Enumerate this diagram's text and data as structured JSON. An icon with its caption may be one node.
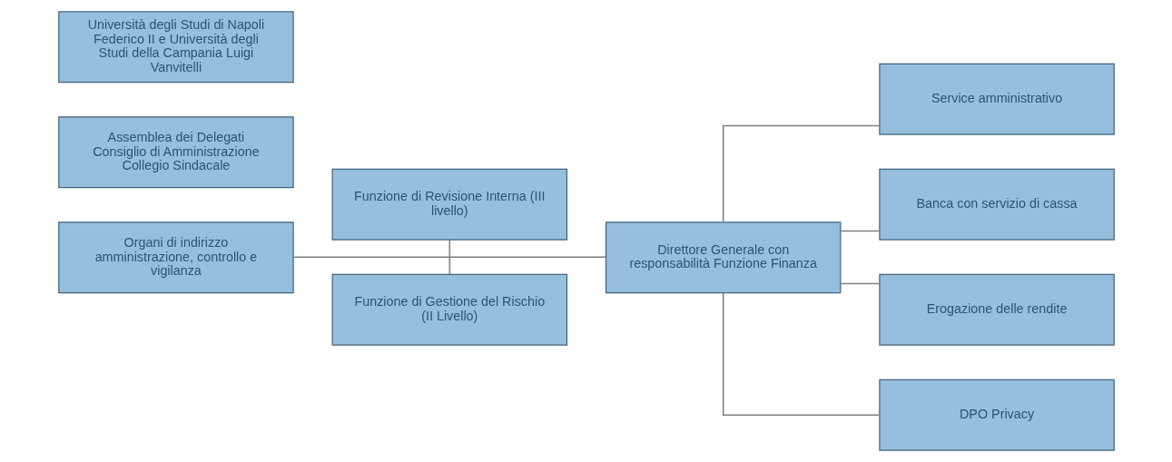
{
  "diagram": {
    "nodes": [
      {
        "text": [
          "Università degli Studi di Napoli Federico II e Università degli Studi della Campania Luigi Vanvitelli"
        ]
      },
      {
        "text": [
          "Assemblea dei Delegati",
          "Consiglio di Amministrazione",
          "Collegio Sindacale"
        ]
      },
      {
        "text": [
          "Organi di indirizzo amministrazione, controllo e vigilanza"
        ]
      },
      {
        "text": [
          "Funzione di Revisione Interna (III livello)"
        ]
      },
      {
        "text": [
          "Funzione di Gestione del Rischio",
          "(II Livello)"
        ]
      },
      {
        "text": [
          "Direttore Generale con responsabilità Funzione Finanza"
        ]
      },
      {
        "text": [
          "Service amministrativo"
        ]
      },
      {
        "text": [
          "Banca con servizio di cassa"
        ]
      },
      {
        "text": [
          "Erogazione delle rendite"
        ]
      },
      {
        "text": [
          "DPO Privacy"
        ]
      }
    ],
    "edges": [
      {
        "from": 2,
        "to": 5,
        "arrow": "none"
      },
      {
        "from": 3,
        "to": 4,
        "arrow": "none"
      },
      {
        "from": 5,
        "to": 6,
        "arrow": "none"
      },
      {
        "from": 5,
        "to": 7,
        "arrow": "none"
      },
      {
        "from": 5,
        "to": 8,
        "arrow": "none"
      },
      {
        "from": 5,
        "to": 9,
        "arrow": "none"
      }
    ]
  }
}
